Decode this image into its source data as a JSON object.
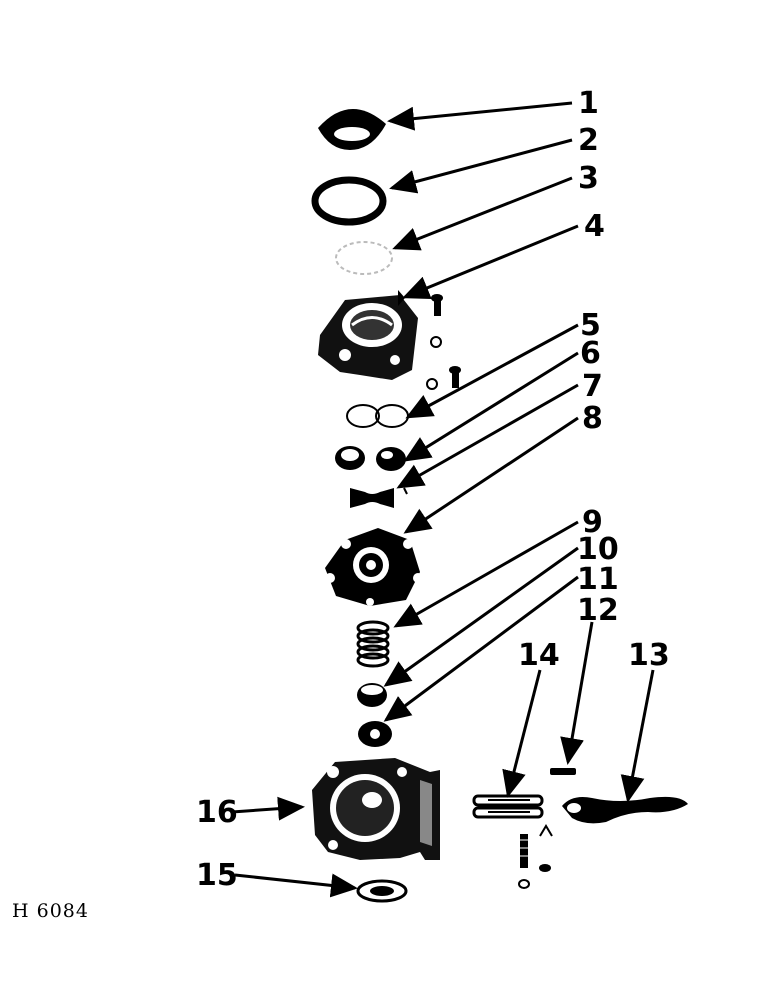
{
  "figure_id": "H 6084",
  "callouts": [
    "1",
    "2",
    "3",
    "4",
    "5",
    "6",
    "7",
    "8",
    "9",
    "10",
    "11",
    "12",
    "13",
    "14",
    "15",
    "16"
  ],
  "parts": [
    "cover-cap",
    "gasket-ring",
    "screen",
    "pump-body",
    "valve-discs",
    "valve-pair",
    "valve-retainer",
    "diaphragm",
    "diaphragm-spring",
    "spring-retainer",
    "oil-seal",
    "rocker-pin",
    "rocker-arm",
    "link",
    "bowl-plug",
    "pump-base"
  ],
  "colors": {
    "ink": "#000000",
    "paper": "#ffffff"
  }
}
